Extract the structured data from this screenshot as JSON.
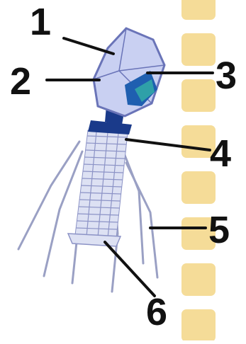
{
  "labels": [
    "1",
    "2",
    "3",
    "4",
    "5",
    "6"
  ],
  "colors": {
    "ladder_rung": "#f5dc98",
    "head_fill": "#c9d0f2",
    "head_stroke": "#6a74b8",
    "head_inner": "#1f5fb0",
    "head_teal": "#2fa0a8",
    "neck": "#1a3a8a",
    "sheath": "#dde1f3",
    "sheath_line": "#8c93c6",
    "fiber": "#9aa0c4",
    "pointer": "#111111"
  }
}
